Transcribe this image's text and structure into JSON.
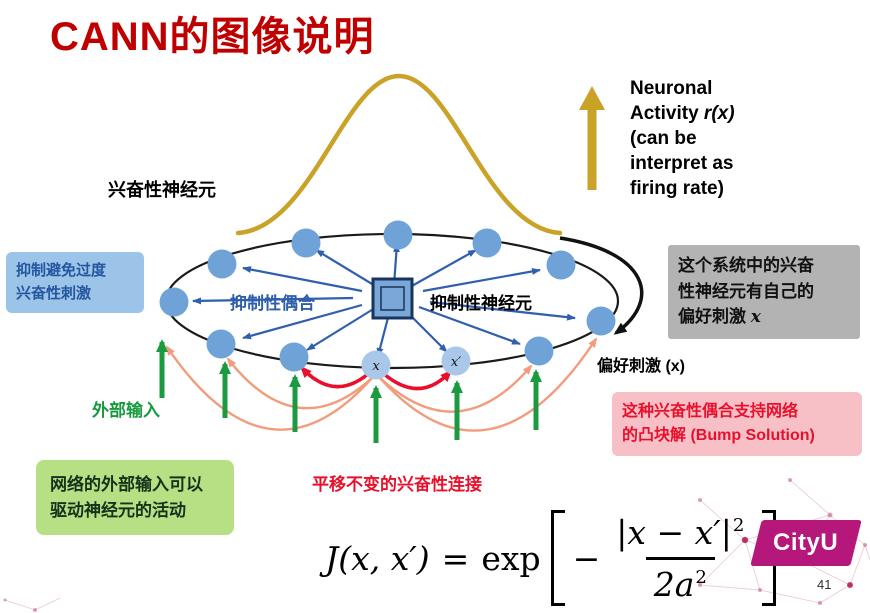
{
  "slide": {
    "title": "CANN的图像说明",
    "page_number": "41"
  },
  "diagram": {
    "labels": {
      "excitatory_neurons": "兴奋性神经元",
      "inhibitory_coupling": "抑制性偶合",
      "inhibitory_neuron": "抑制性神经元",
      "external_input": "外部输入",
      "translation_invariant_connection": "平移不变的兴奋性连接",
      "preferred_stimulus": "偏好刺激 (x)",
      "neuron_x": "x",
      "neuron_x_prime": "x′"
    },
    "neuronal_activity_note": {
      "l1": "Neuronal",
      "l2a": "Activity ",
      "l2b": "r(x)",
      "l3": "(can be",
      "l4": "interpret as",
      "l5": "firing rate)"
    }
  },
  "callouts": {
    "inhibition_box": {
      "l1": "抑制避免过度",
      "l2": "兴奋性刺激"
    },
    "preference_box": {
      "l1": "这个系统中的兴奋",
      "l2": "性神经元有自己的",
      "l3a": "偏好刺激 ",
      "l3b": "x"
    },
    "bump_box": {
      "l1": "这种兴奋性偶合支持网络",
      "l2": "的凸块解 (Bump Solution)"
    },
    "input_box": {
      "l1": "网络的外部输入可以",
      "l2": "驱动神经元的活动"
    }
  },
  "formula": {
    "lhs": "J(x, x′)",
    "equals": "=",
    "operator": "exp",
    "minus": "−",
    "numerator": "|x − x′|",
    "numerator_exp": "2",
    "denominator": "2a",
    "denominator_exp": "2"
  },
  "logo": {
    "text": "CityU"
  },
  "colors": {
    "title_red": "#c00000",
    "gaussian_gold": "#c9a227",
    "neuron_blue": "#6fa3d8",
    "arrow_blue": "#2f5fae",
    "input_green": "#1b9a3f",
    "excitatory_red": "#e8112d",
    "excitatory_orange": "#f29b7d",
    "inhibition_box_bg": "#9cc3e8",
    "preference_box_bg": "#b3b3b3",
    "bump_box_bg": "#f7c0c7",
    "input_box_bg": "#b7e085",
    "cityu_magenta": "#b5177b"
  }
}
